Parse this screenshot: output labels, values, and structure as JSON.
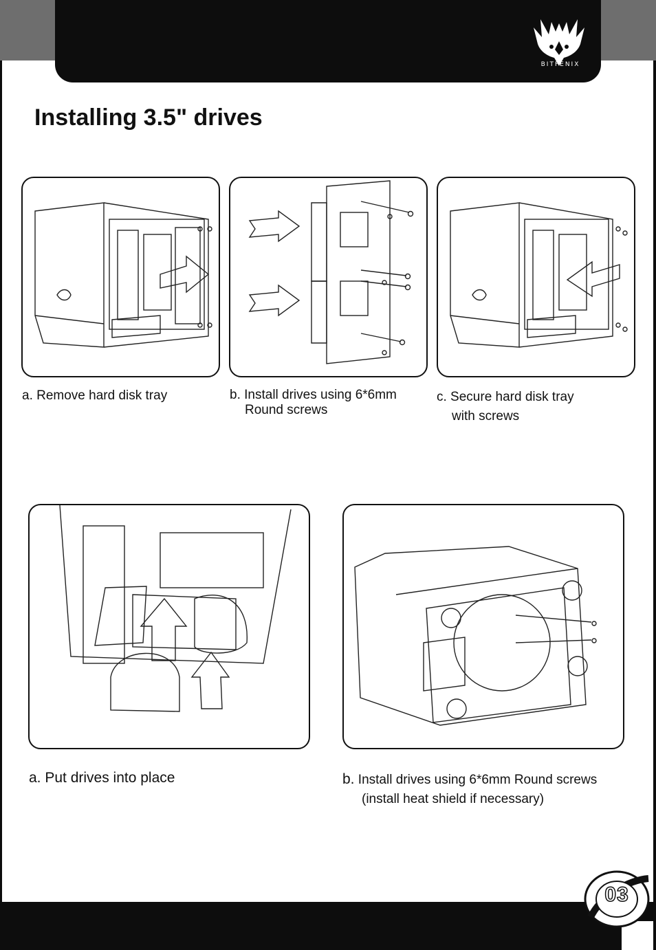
{
  "brand": {
    "logo_text": "BITFENIX",
    "logo_icon": "bitfenix-wing-logo"
  },
  "page": {
    "title": "Installing 3.5\" drives",
    "number": "03"
  },
  "steps_top": [
    {
      "line1": "a. Remove hard disk tray",
      "line2": ""
    },
    {
      "line1": "b. Install drives using 6*6mm",
      "line2": "Round screws"
    },
    {
      "line1": "c. Secure hard disk tray",
      "line2": "with screws"
    }
  ],
  "steps_bottom": [
    {
      "line1": "a. Put drives into place",
      "line2": ""
    },
    {
      "prefix": "b.",
      "line1": "Install drives using 6*6mm Round screws",
      "line2": "(install heat shield if necessary)"
    }
  ],
  "colors": {
    "bar": "#0d0d0d",
    "accent_grey": "#6e6e6e",
    "background": "#ffffff"
  }
}
